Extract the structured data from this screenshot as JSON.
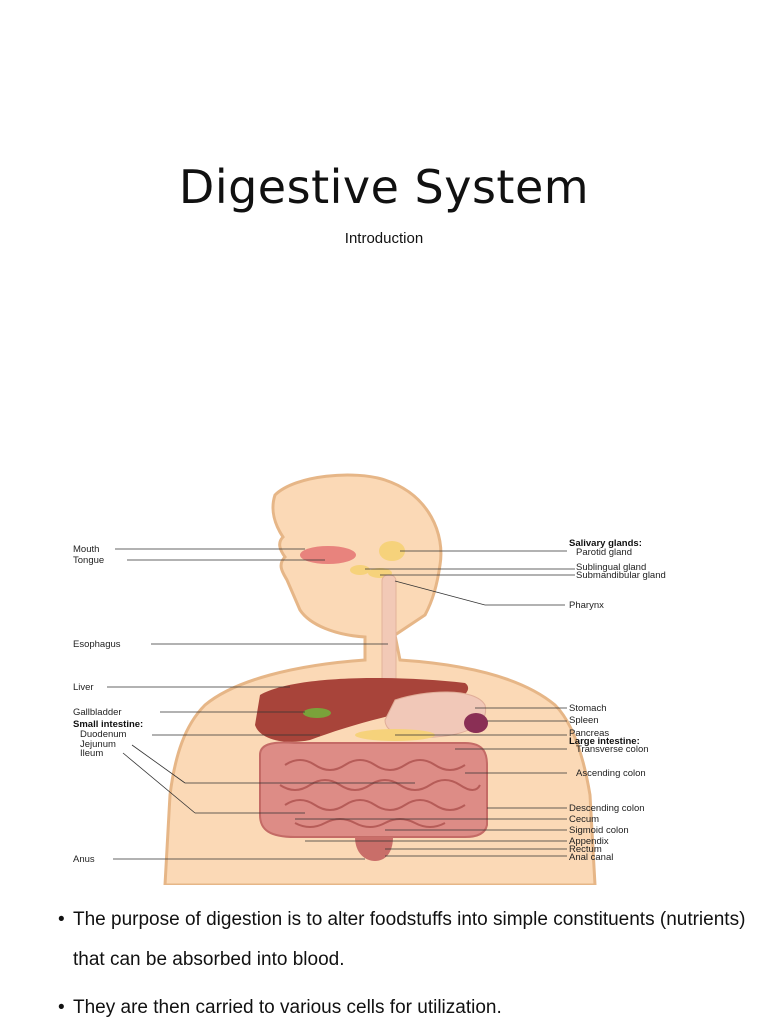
{
  "slide": {
    "title": "Digestive System",
    "subtitle": "Introduction"
  },
  "figure": {
    "labels_left": {
      "mouth": "Mouth",
      "tongue": "Tongue",
      "esophagus": "Esophagus",
      "liver": "Liver",
      "gallbladder": "Gallbladder",
      "small_intestine_heading": "Small intestine:",
      "duodenum": "Duodenum",
      "jejunum": "Jejunum",
      "ileum": "Ileum",
      "anus": "Anus"
    },
    "labels_right": {
      "salivary_glands_heading": "Salivary glands:",
      "parotid_gland": "Parotid gland",
      "sublingual_gland": "Sublingual gland",
      "submandibular_gland": "Submandibular gland",
      "pharynx": "Pharynx",
      "stomach": "Stomach",
      "spleen": "Spleen",
      "pancreas": "Pancreas",
      "large_intestine_heading": "Large intestine:",
      "transverse_colon": "Transverse colon",
      "ascending_colon": "Ascending colon",
      "descending_colon": "Descending colon",
      "cecum": "Cecum",
      "sigmoid_colon": "Sigmoid colon",
      "appendix": "Appendix",
      "rectum": "Rectum",
      "anal_canal": "Anal canal"
    },
    "colors": {
      "body": "#fbd9b6",
      "outline": "#e6b687",
      "liver": "#a8443a",
      "intestine": "#dd8c86",
      "stomach": "#f1c8b8",
      "spleen": "#8a2f55",
      "gallbladder": "#7aa23a",
      "gland": "#f6d27b"
    }
  },
  "bullets": [
    "The purpose of digestion is to alter foodstuffs into simple constituents (nutrients) that can be absorbed into blood.",
    "They are then carried to various cells for utilization."
  ]
}
